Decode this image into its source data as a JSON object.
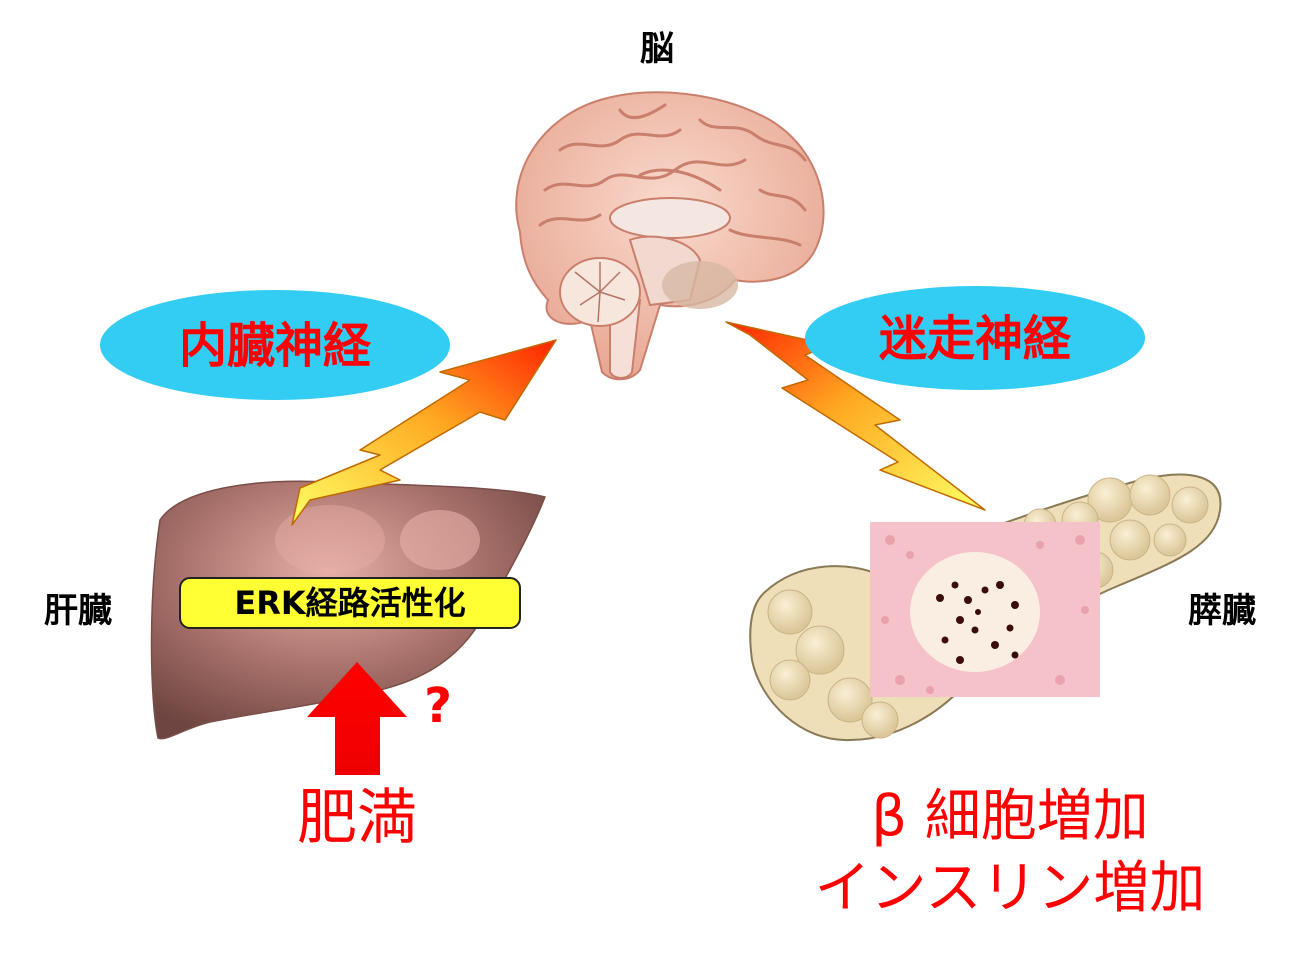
{
  "organs": {
    "brain_label": "脳",
    "liver_label": "肝臓",
    "pancreas_label": "膵臓"
  },
  "pathways": {
    "afferent": "内臓神経",
    "efferent": "迷走神経"
  },
  "liver_box": "ERK経路活性化",
  "cause": {
    "label": "肥満",
    "question": "?"
  },
  "outcome": {
    "line1": "β 細胞増加",
    "line2": "インスリン増加"
  },
  "colors": {
    "text_red": "#ff0000",
    "ellipse_fill": "#33ccf2",
    "box_fill": "#ffff33",
    "liver": "#a8716b",
    "brain": "#f2c4b4",
    "pancreas": "#efe0b8",
    "islet_stain": "#f4c2c8"
  }
}
